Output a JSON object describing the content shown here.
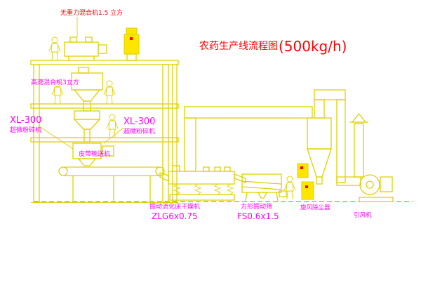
{
  "title": {
    "cn": "农药生产线流程图",
    "capacity": "(500kg/h)"
  },
  "labels": {
    "top_mixer": "无重力混合机1.5 立方",
    "high_speed_mixer": "高速混合机3立方",
    "pulverizer_left_model": "XL-300",
    "pulverizer_left_name": "超微粉碎机",
    "pulverizer_mid_model": "XL-300",
    "pulverizer_mid_name": "超微粉碎机",
    "belt_conveyor": "皮带输送机",
    "dryer_name": "振动流化床干燥机",
    "dryer_model": "ZLG6x0.75",
    "screen_name": "方形振动筛",
    "screen_model": "FS0.6x1.5",
    "cyclone": "旋风除尘器",
    "fan": "引风机"
  },
  "colors": {
    "line_yellow": "#ddd200",
    "cabinet_fill": "#ffe600",
    "text_magenta": "#ff00ff",
    "text_red": "#ff0000",
    "ground_green": "#00cc33"
  }
}
